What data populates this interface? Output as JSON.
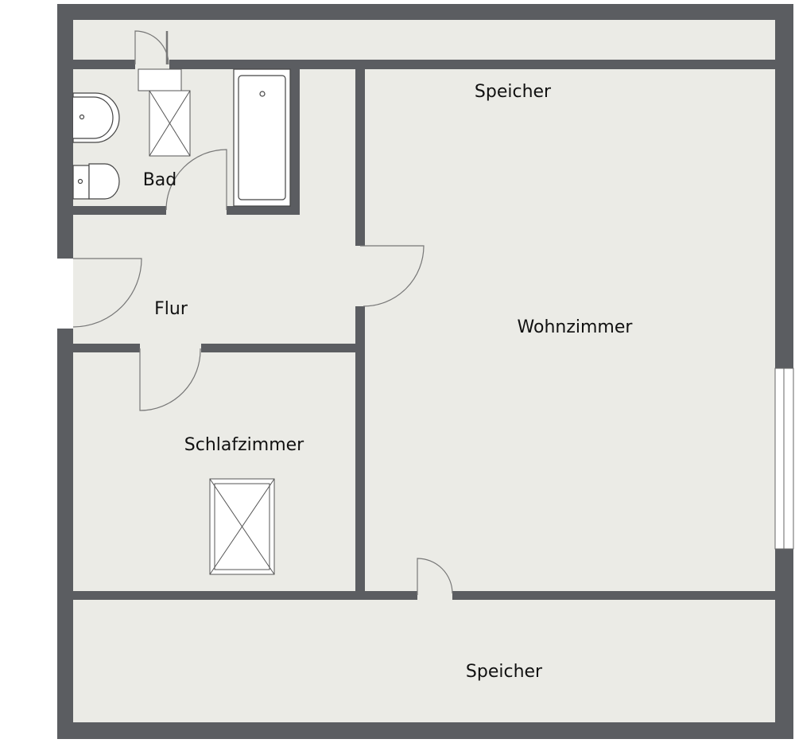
{
  "rooms": {
    "speicher_top": "Speicher",
    "bad": "Bad",
    "flur": "Flur",
    "wohnzimmer": "Wohnzimmer",
    "schlafzimmer": "Schlafzimmer",
    "speicher_bottom": "Speicher"
  },
  "colors": {
    "wall": "#5b5d61",
    "floor": "#ebebe6",
    "line": "#666666",
    "fixture": "#ffffff"
  },
  "icons": [
    "door-swing-icon",
    "skylight-icon",
    "bathtub-icon",
    "sink-icon",
    "toilet-icon",
    "window-icon"
  ]
}
